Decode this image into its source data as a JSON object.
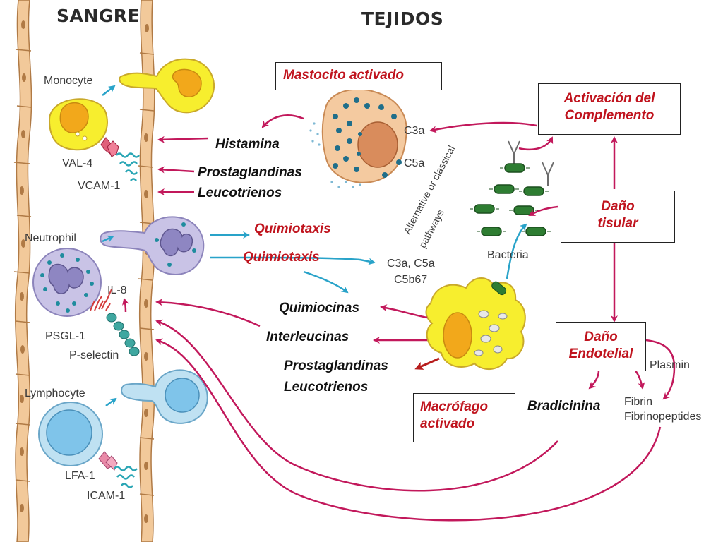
{
  "headers": {
    "blood": "SANGRE",
    "tissues": "TEJIDOS"
  },
  "cells": {
    "monocyte": "Monocyte",
    "val4": "VAL-4",
    "vcam1": "VCAM-1",
    "neutrophil": "Neutrophil",
    "il8": "IL-8",
    "psgl1": "PSGL-1",
    "pselectin": "P-selectin",
    "lymphocyte": "Lymphocyte",
    "lfa1": "LFA-1",
    "icam1": "ICAM-1"
  },
  "mediators": {
    "histamina": "Histamina",
    "prostaglandinas_1": "Prostaglandinas",
    "leucotrienos_1": "Leucotrienos",
    "quimiotaxis_1": "Quimiotaxis",
    "quimiotaxis_2": "Quimiotaxis",
    "quimiocinas": "Quimiocinas",
    "interleucinas": "Interleucinas",
    "prostaglandinas_2": "Prostaglandinas",
    "leucotrienos_2": "Leucotrienos",
    "bradicinina": "Bradicinina"
  },
  "boxes": {
    "mastocito": "Mastocito activado",
    "complemento_1": "Activación del",
    "complemento_2": "Complemento",
    "dano_tisular_1": "Daño",
    "dano_tisular_2": "tisular",
    "dano_endotelial_1": "Daño",
    "dano_endotelial_2": "Endotelial",
    "macrofago_1": "Macrófago",
    "macrofago_2": "activado"
  },
  "molecules": {
    "c3a": "C3a",
    "c5a": "C5a",
    "c3a_c5a": "C3a, C5a",
    "c5b67": "C5b67",
    "bacteria": "Bacteria",
    "pathways": "Alternative or classical",
    "pathways_2": "pathways",
    "plasmin": "Plasmin",
    "fibrin": "Fibrin",
    "fibrinopeptides": "Fibrinopeptides"
  },
  "colors": {
    "arrow_magenta": "#c2185b",
    "arrow_cyan": "#29a3c9",
    "box_text_red": "#c0141e",
    "vessel_tan": "#f2c99a",
    "monocyte_yellow": "#f7ee2e",
    "neutrophil_lavender": "#c9c3e6",
    "lymphocyte_blue": "#bfe1f2",
    "mast_cell": "#f4caa0",
    "bacteria_green": "#2e7d32"
  }
}
